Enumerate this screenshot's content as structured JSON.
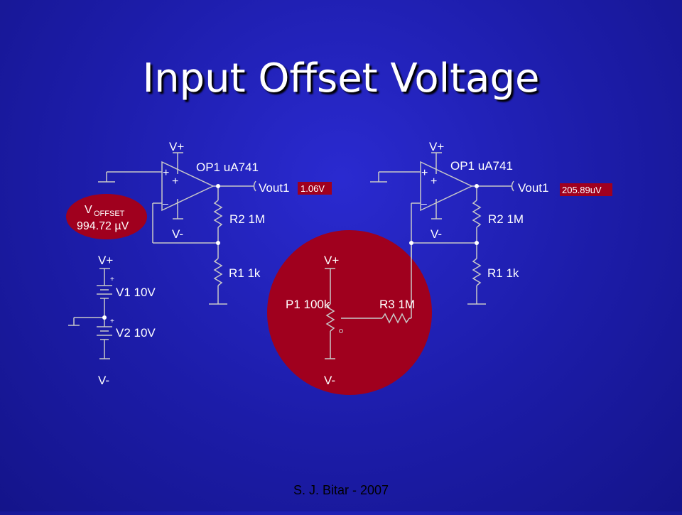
{
  "slide": {
    "title": "Input Offset Voltage",
    "footer": "S. J. Bitar - 2007"
  },
  "colors": {
    "background": "#1c1ca8",
    "wire": "#c8c8c8",
    "label": "#ffffff",
    "highlight": "#a0001e",
    "footer_text": "#000000"
  },
  "left_circuit": {
    "vplus": "V+",
    "vminus": "V-",
    "opamp": "OP1 uA741",
    "plus_sign": "+",
    "minus_sign": "–",
    "vout": "Vout1",
    "vout_value": "1.06V",
    "r2": "R2 1M",
    "r1": "R1 1k"
  },
  "right_circuit": {
    "vplus": "V+",
    "vminus": "V-",
    "opamp": "OP1 uA741",
    "plus_sign": "+",
    "minus_sign": "–",
    "vout": "Vout1",
    "vout_value": "205.89uV",
    "r2": "R2 1M",
    "r1": "R1 1k"
  },
  "offset_badge": {
    "v_main": "V",
    "v_sub": "OFFSET",
    "value": "994.72 µV"
  },
  "supply": {
    "vplus": "V+",
    "vminus": "V-",
    "v1": "V1 10V",
    "v2": "V2 10V",
    "plus_sign": "+"
  },
  "nulling": {
    "vplus": "V+",
    "vminus": "V-",
    "p1": "P1 100k",
    "r3": "R3 1M"
  }
}
